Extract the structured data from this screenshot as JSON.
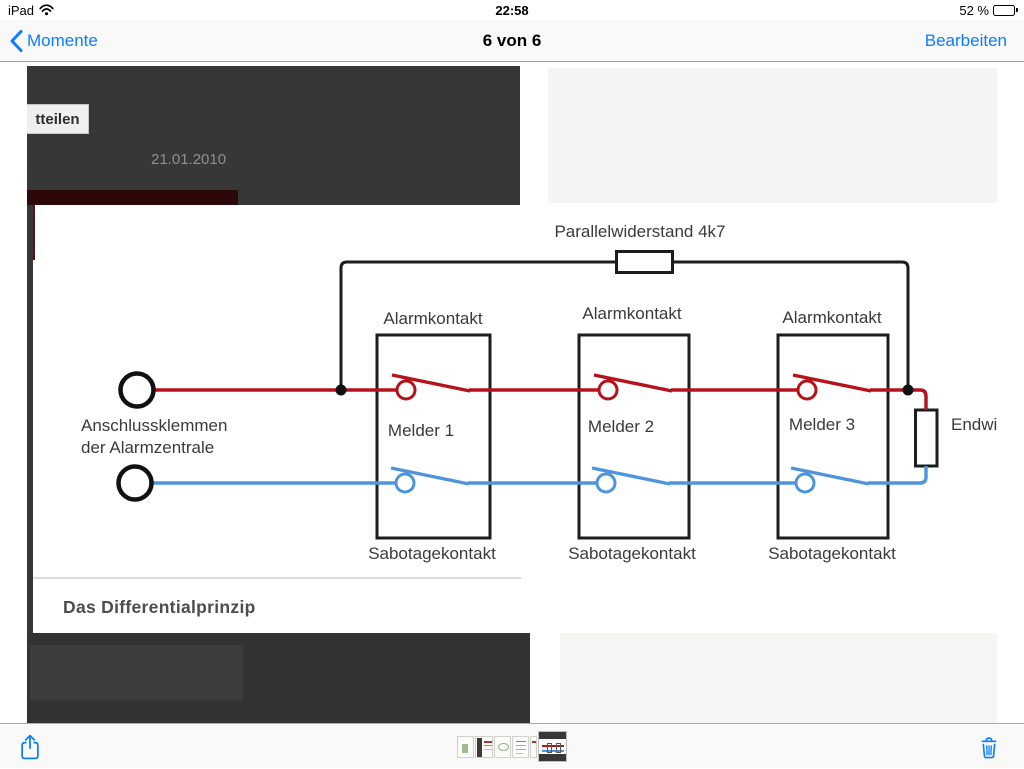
{
  "status_bar": {
    "device": "iPad",
    "wifi_icon": "wifi-fan",
    "time": "22:58",
    "battery_percent": "52 %",
    "battery_icon": "battery-half"
  },
  "nav_bar": {
    "back_label": "Momente",
    "back_icon": "chevron-left",
    "title": "6 von 6",
    "edit_label": "Bearbeiten",
    "accent_color": "#0b7dff"
  },
  "photo": {
    "clipped_page": {
      "partial_button": "tteilen",
      "date": "21.01.2010"
    },
    "diagram": {
      "parallel_resistor_label": "Parallelwiderstand 4k7",
      "alarm_contact_label": "Alarmkontakt",
      "sabotage_contact_label": "Sabotagekontakt",
      "detectors": [
        "Melder 1",
        "Melder 2",
        "Melder 3"
      ],
      "terminal_label_line1": "Anschlussklemmen",
      "terminal_label_line2": "der Alarmzentrale",
      "end_resistor_label": "Endwi",
      "caption": "Das Differentialprinzip",
      "colors": {
        "alarm_loop": "#b5121b",
        "sabotage_loop": "#4e95dd",
        "wire": "#1d1d1b"
      }
    }
  },
  "toolbar": {
    "share_icon": "share-up-arrow",
    "trash_icon": "trash-can"
  }
}
